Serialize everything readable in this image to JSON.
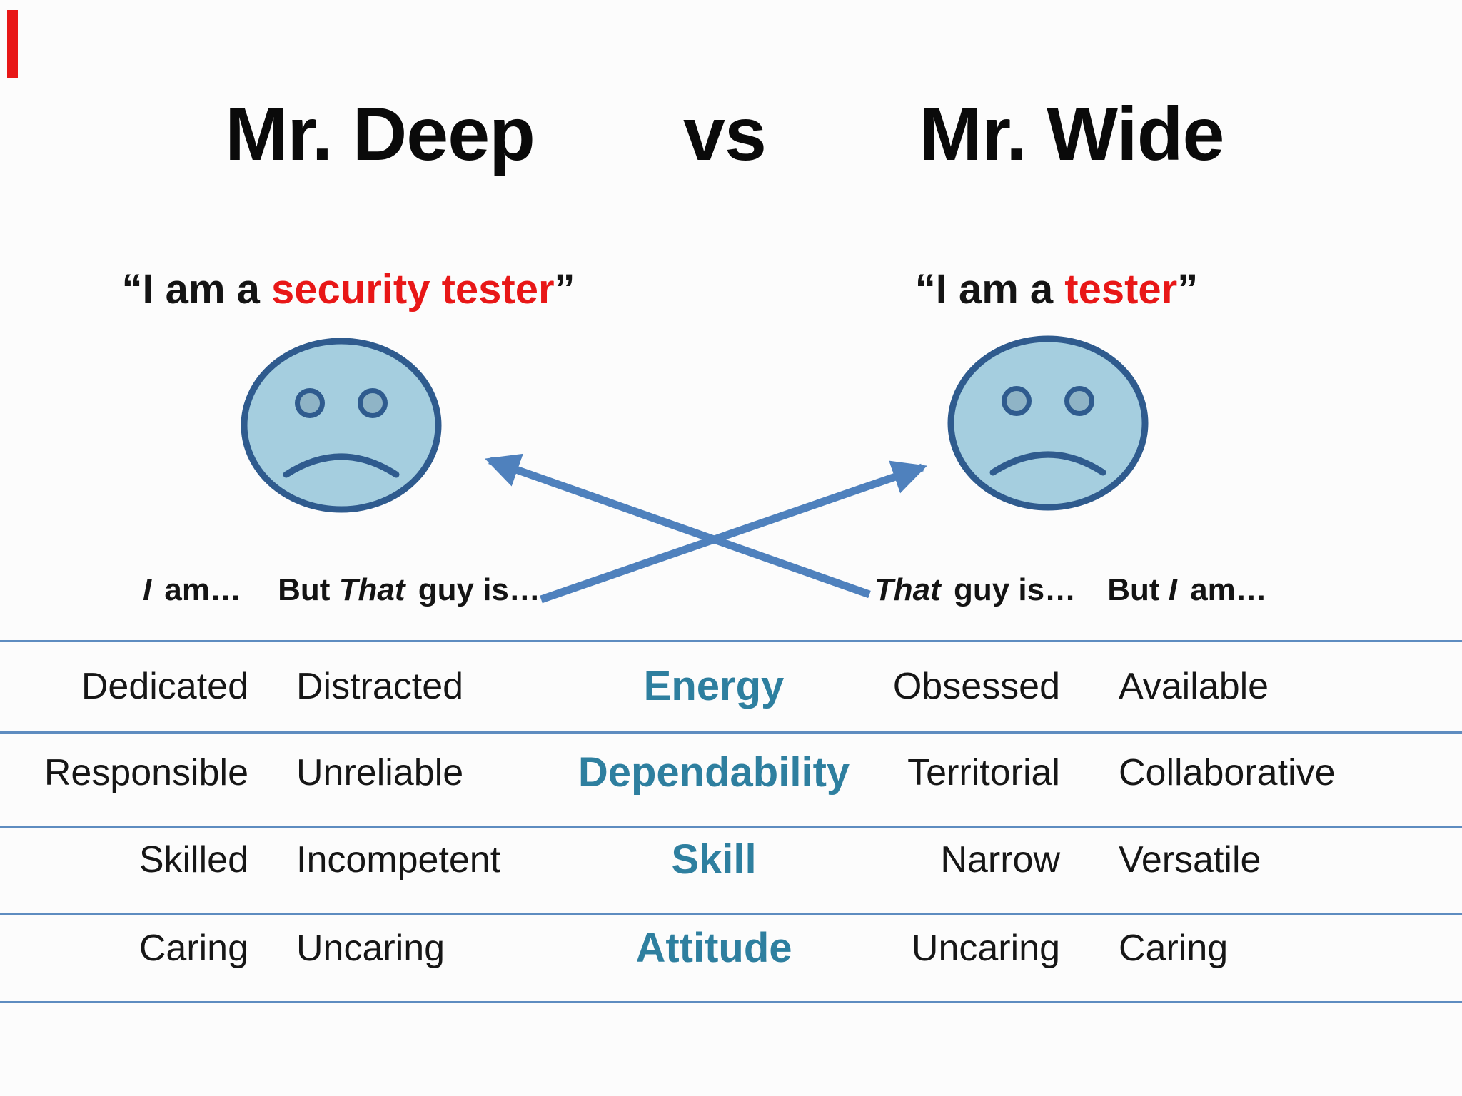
{
  "title": {
    "left": "Mr. Deep",
    "middle": "vs",
    "right": "Mr. Wide"
  },
  "quotes": {
    "left": {
      "open": "“",
      "black": "I am a ",
      "red": "security tester",
      "close": "”"
    },
    "right": {
      "open": "“",
      "black": "I am a ",
      "red": "tester",
      "close": "”"
    }
  },
  "headers": {
    "left_i_am": {
      "italic": "I",
      "rest": " am…"
    },
    "left_that": {
      "pre": "But ",
      "italic": "That",
      "rest": " guy is…"
    },
    "right_that": {
      "italic": "That",
      "rest": " guy is…"
    },
    "right_i_am": {
      "pre": "But ",
      "italic": "I",
      "rest": " am…"
    }
  },
  "table": {
    "rows": [
      {
        "left_self": "Dedicated",
        "left_other": "Distracted",
        "category": "Energy",
        "right_other": "Obsessed",
        "right_self": "Available"
      },
      {
        "left_self": "Responsible",
        "left_other": "Unreliable",
        "category": "Dependability",
        "right_other": "Territorial",
        "right_self": "Collaborative"
      },
      {
        "left_self": "Skilled",
        "left_other": "Incompetent",
        "category": "Skill",
        "right_other": "Narrow",
        "right_self": "Versatile"
      },
      {
        "left_self": "Caring",
        "left_other": "Uncaring",
        "category": "Attitude",
        "right_other": "Uncaring",
        "right_self": "Caring"
      }
    ]
  },
  "colors": {
    "accent_red": "#e81717",
    "category_teal": "#2e7f9f",
    "arrow_blue": "#4f81bd",
    "line_blue": "#5e8cc0",
    "face_fill": "#a5cedf",
    "face_stroke": "#2f5b8e",
    "eye_fill": "#8fb4c6"
  }
}
